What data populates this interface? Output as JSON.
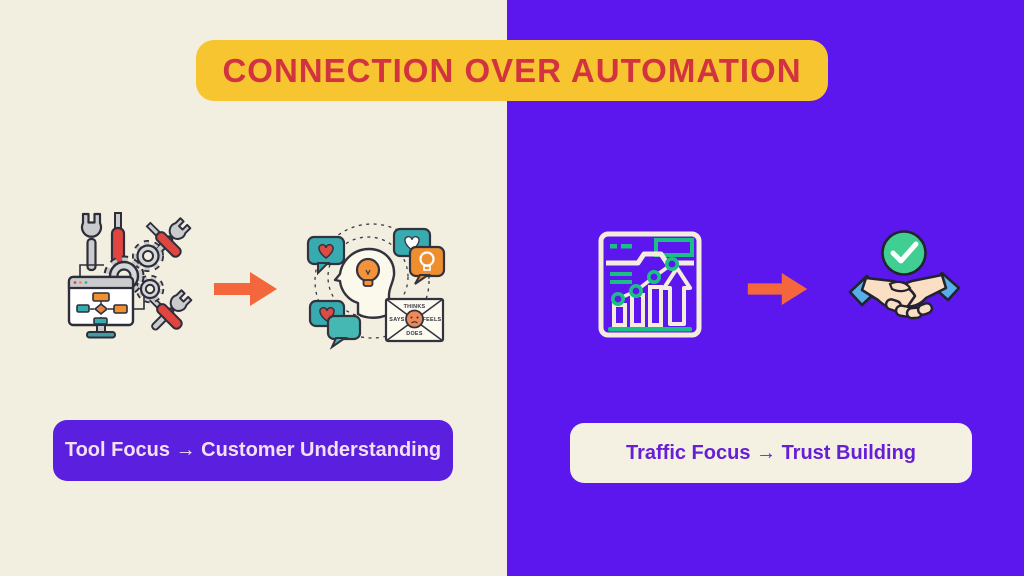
{
  "banner": {
    "text": "CONNECTION OVER AUTOMATION"
  },
  "colors": {
    "cream_bg": "#F2EFE1",
    "purple_bg": "#5B17EE",
    "banner_bg": "#F7C52F",
    "banner_text": "#D33340",
    "arrow": "#F4673D",
    "teal_accent": "#38ABB0",
    "orange_accent": "#EF8E2E",
    "green_accent": "#1CBE85",
    "left_label_bg": "#5B1FE0",
    "left_label_text": "#F3DFF2",
    "right_label_bg": "#F4F0E2",
    "right_label_text": "#671FD6"
  },
  "left_panel": {
    "label": "Tool Focus → Customer Understanding",
    "icons": [
      "tools-and-gears",
      "arrow-right",
      "empathy-map"
    ]
  },
  "right_panel": {
    "label": "Traffic Focus → Trust Building",
    "icons": [
      "analytics-chart",
      "arrow-right",
      "handshake-check"
    ]
  },
  "empathy_map": {
    "top": "THINKS",
    "left": "SAYS",
    "right": "FEELS",
    "bottom": "DOES"
  }
}
